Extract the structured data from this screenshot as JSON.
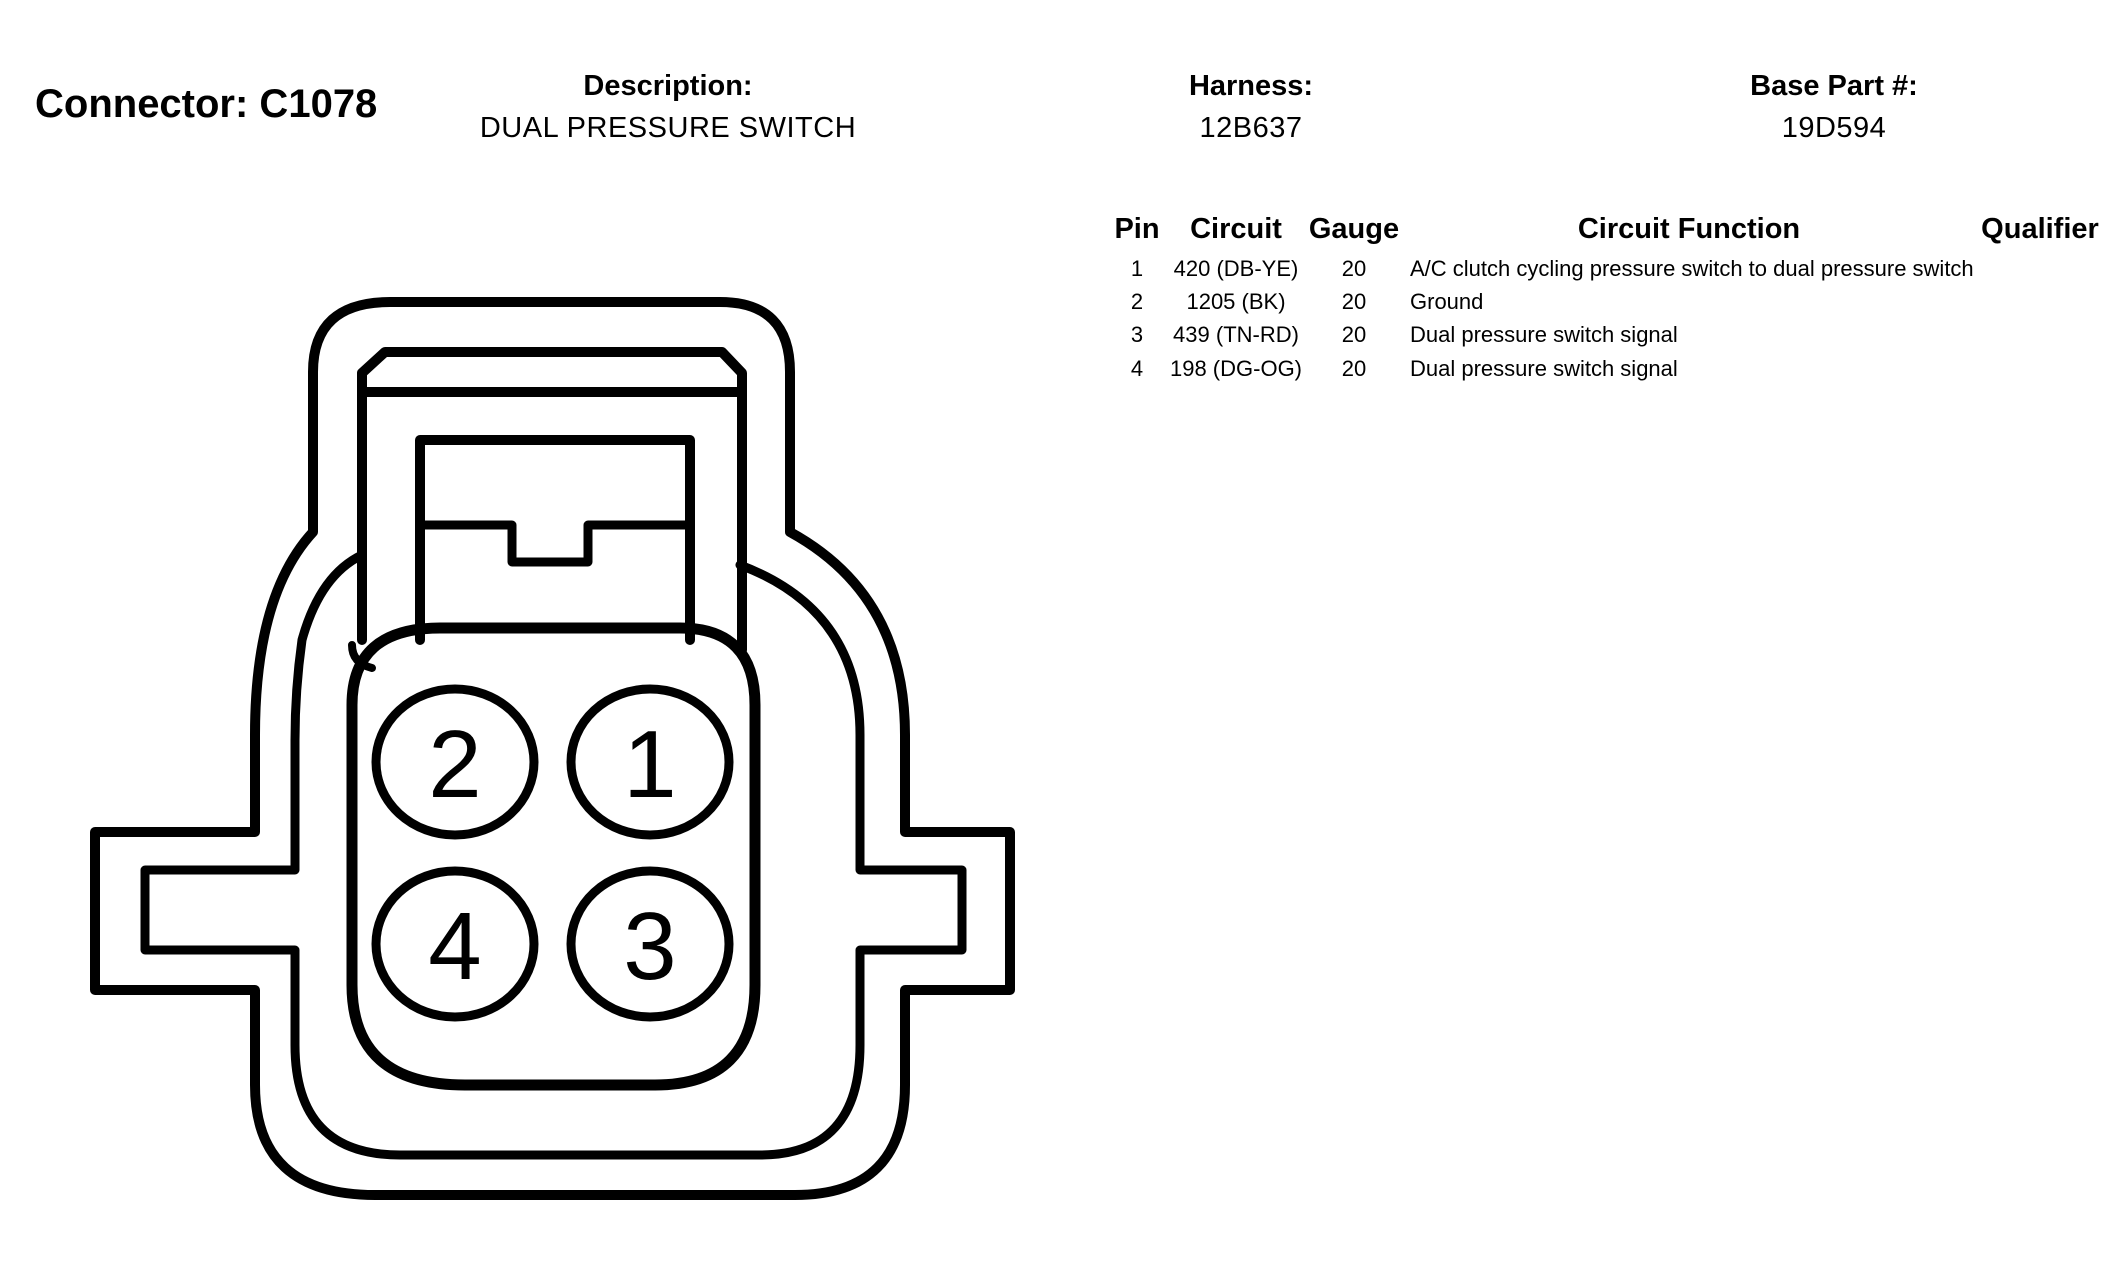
{
  "header": {
    "connector_label": "Connector: C1078",
    "description": {
      "label": "Description:",
      "value": "DUAL PRESSURE SWITCH"
    },
    "harness": {
      "label": "Harness:",
      "value": "12B637"
    },
    "base_part": {
      "label": "Base Part #:",
      "value": "19D594"
    }
  },
  "table": {
    "columns": {
      "pin": "Pin",
      "circuit": "Circuit",
      "gauge": "Gauge",
      "function": "Circuit Function",
      "qualifier": "Qualifier"
    },
    "rows": [
      {
        "pin": "1",
        "circuit": "420 (DB-YE)",
        "gauge": "20",
        "function": "A/C clutch cycling pressure switch to dual pressure switch",
        "qualifier": ""
      },
      {
        "pin": "2",
        "circuit": "1205 (BK)",
        "gauge": "20",
        "function": "Ground",
        "qualifier": ""
      },
      {
        "pin": "3",
        "circuit": "439 (TN-RD)",
        "gauge": "20",
        "function": "Dual pressure switch signal",
        "qualifier": ""
      },
      {
        "pin": "4",
        "circuit": "198 (DG-OG)",
        "gauge": "20",
        "function": "Dual pressure switch signal",
        "qualifier": ""
      }
    ]
  },
  "diagram": {
    "pins": [
      "1",
      "2",
      "3",
      "4"
    ],
    "stroke_color": "#000000",
    "fill_color": "#ffffff"
  }
}
